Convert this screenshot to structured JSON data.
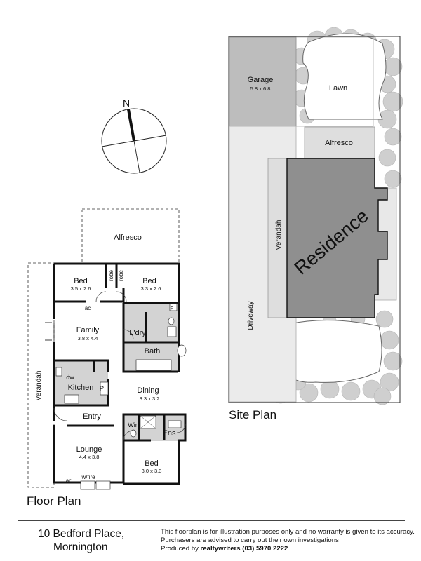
{
  "floor_plan": {
    "title": "Floor Plan",
    "rooms": [
      {
        "name": "Alfresco",
        "dims": ""
      },
      {
        "name": "Bed",
        "dims": "3.5 x 2.6"
      },
      {
        "name": "Bed",
        "dims": "3.3 x 2.6"
      },
      {
        "name": "Family",
        "dims": "3.8 x 4.4"
      },
      {
        "name": "L'dry",
        "dims": ""
      },
      {
        "name": "Bath",
        "dims": ""
      },
      {
        "name": "Kitchen",
        "dims": ""
      },
      {
        "name": "Dining",
        "dims": "3.3 x 3.2"
      },
      {
        "name": "Entry",
        "dims": ""
      },
      {
        "name": "Lounge",
        "dims": "4.4 x 3.8"
      },
      {
        "name": "Wir",
        "dims": ""
      },
      {
        "name": "Ens",
        "dims": ""
      },
      {
        "name": "Bed",
        "dims": "3.0 x 3.3"
      },
      {
        "name": "Verandah",
        "dims": ""
      }
    ],
    "fixtures": {
      "robe": "robe",
      "ac": "ac",
      "dw": "dw",
      "fridge": "F",
      "pantry": "P",
      "wfire": "w/fire"
    },
    "compass": "N"
  },
  "site_plan": {
    "title": "Site Plan",
    "areas": [
      {
        "name": "Garage",
        "dims": "5.8 x 6.8"
      },
      {
        "name": "Lawn",
        "dims": ""
      },
      {
        "name": "Alfresco",
        "dims": ""
      },
      {
        "name": "Verandah",
        "dims": ""
      },
      {
        "name": "Residence",
        "dims": ""
      },
      {
        "name": "Driveway",
        "dims": ""
      }
    ]
  },
  "footer": {
    "address_line1": "10 Bedford Place,",
    "address_line2": "Mornington",
    "disclaimer_line1": "This floorplan is for illustration purposes only and no warranty is given to its accuracy.",
    "disclaimer_line2": "Purchasers are advised to carry out their own investigations",
    "produced_by_prefix": "Produced by",
    "produced_by_name": "realtywriters",
    "produced_by_phone": "(03) 5970 2222"
  },
  "colors": {
    "wall": "#111111",
    "room_fill": "#ffffff",
    "wet_fill": "#d3d3d3",
    "site_light": "#e8e8e8",
    "site_mid": "#bdbdbd",
    "residence": "#8f8f8f",
    "tree": "#c8c8c8"
  }
}
